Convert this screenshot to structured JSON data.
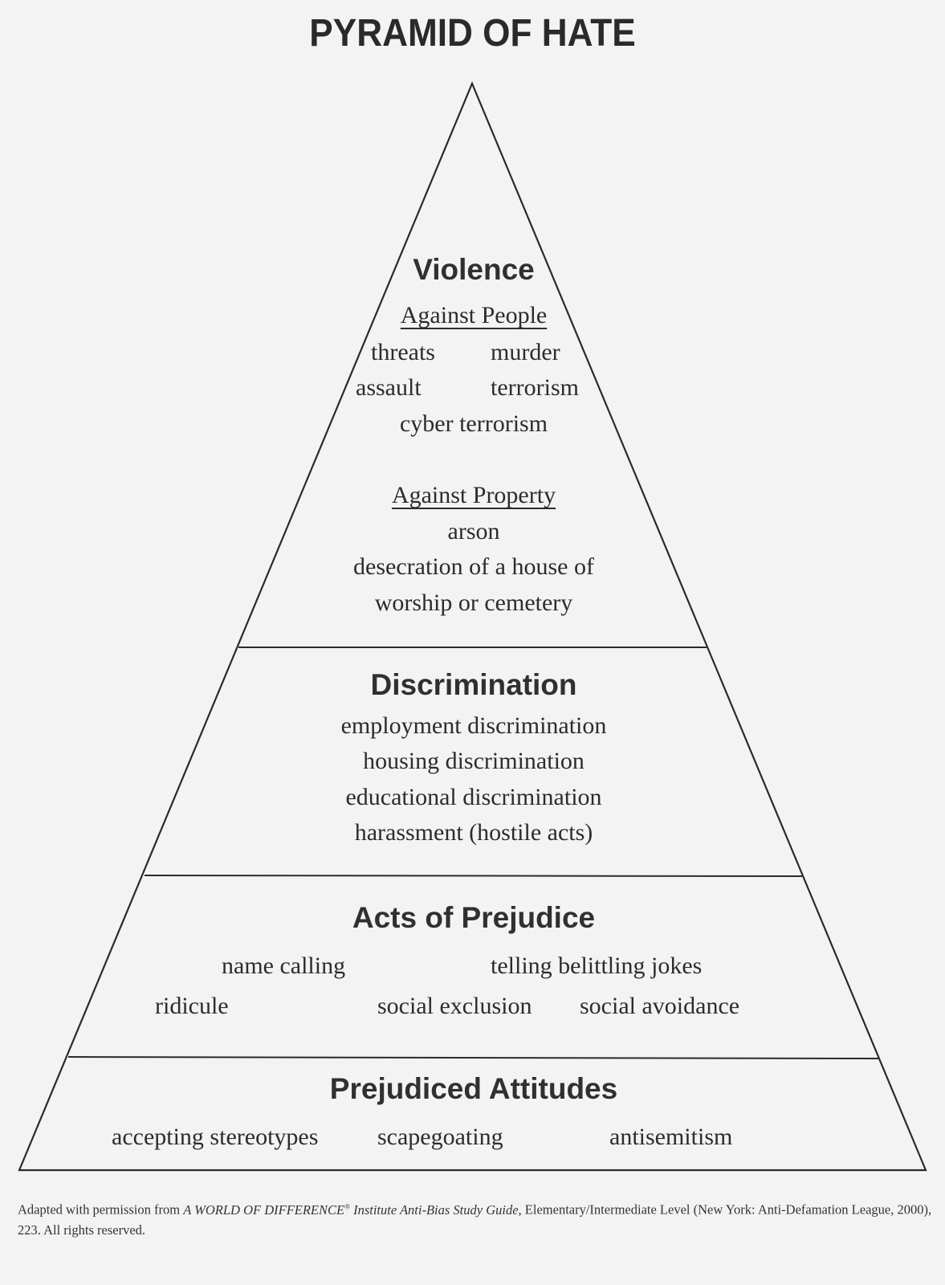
{
  "title": "PYRAMID OF HATE",
  "tiers": {
    "violence": {
      "heading": "Violence",
      "people": {
        "subheading": "Against People",
        "items": [
          "threats",
          "murder",
          "assault",
          "terrorism",
          "cyber terrorism"
        ]
      },
      "property": {
        "subheading": "Against Property",
        "items": [
          "arson",
          "desecration of a house of",
          "worship or cemetery"
        ]
      }
    },
    "discrimination": {
      "heading": "Discrimination",
      "items": [
        "employment discrimination",
        "housing discrimination",
        "educational discrimination",
        "harassment (hostile acts)"
      ]
    },
    "acts": {
      "heading": "Acts of Prejudice",
      "items": [
        "name calling",
        "telling belittling jokes",
        "ridicule",
        "social exclusion",
        "social avoidance"
      ]
    },
    "attitudes": {
      "heading": "Prejudiced Attitudes",
      "items": [
        "accepting stereotypes",
        "scapegoating",
        "antisemitism"
      ]
    }
  },
  "footer": {
    "prefix": "Adapted with permission from ",
    "source_title": "A WORLD OF DIFFERENCE",
    "registered": "®",
    "source_subtitle": " Institute Anti-Bias Study Guide,",
    "rest": " Elementary/Intermediate Level (New York: Anti-Defamation League, 2000), 223.  All rights reserved."
  }
}
